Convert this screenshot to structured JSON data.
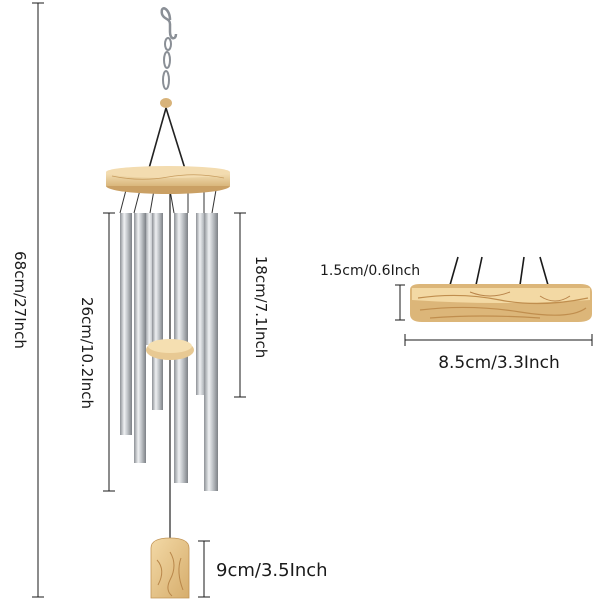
{
  "dimensions": {
    "total_length": "68cm/27Inch",
    "longest_tube": "26cm/10.2Inch",
    "shortest_tube": "18cm/7.1Inch",
    "sail": "9cm/3.5Inch",
    "ring_thickness": "1.5cm/0.6Inch",
    "ring_diameter": "8.5cm/3.3Inch"
  },
  "colors": {
    "wood_light": "#f1d7a5",
    "wood_dark": "#c99a5a",
    "metal_light": "#eef0f2",
    "metal_dark": "#8d9196",
    "line": "#1a1a1a"
  }
}
